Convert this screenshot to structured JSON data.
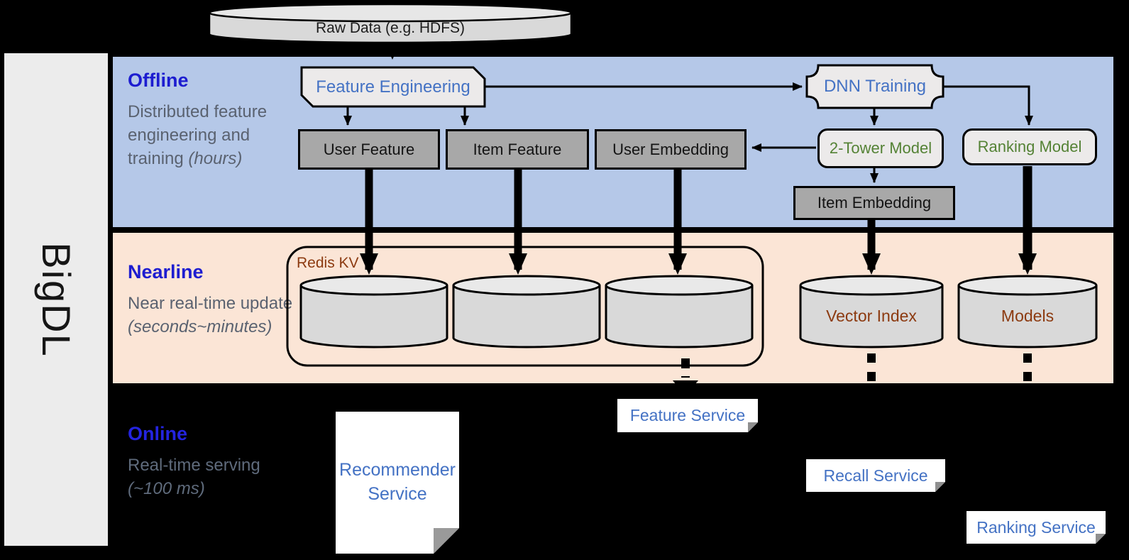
{
  "brand": {
    "name": "BigDL"
  },
  "sections": {
    "offline": {
      "title": "Offline",
      "description": "Distributed feature engineering and training",
      "time_note": "(hours)"
    },
    "nearline": {
      "title": "Nearline",
      "description": "Near real-time update",
      "time_note": "(seconds~minutes)"
    },
    "online": {
      "title": "Online",
      "description": "Real-time serving",
      "time_note": "(~100 ms)"
    }
  },
  "nodes": {
    "raw_data": {
      "label": "Raw Data (e.g. HDFS)"
    },
    "feature_engineering": {
      "label": "Feature Engineering"
    },
    "dnn_training": {
      "label": "DNN Training"
    },
    "user_feature": {
      "label": "User Feature"
    },
    "item_feature": {
      "label": "Item Feature"
    },
    "user_embedding": {
      "label": "User Embedding"
    },
    "two_tower_model": {
      "label": "2-Tower Model"
    },
    "ranking_model": {
      "label": "Ranking Model"
    },
    "item_embedding": {
      "label": "Item Embedding"
    },
    "redis_kv": {
      "label": "Redis KV"
    },
    "vector_index": {
      "label": "Vector Index"
    },
    "models": {
      "label": "Models"
    },
    "recommender_service": {
      "label": "Recommender Service"
    },
    "feature_service": {
      "label": "Feature Service"
    },
    "recall_service": {
      "label": "Recall Service"
    },
    "ranking_service": {
      "label": "Ranking Service"
    }
  },
  "colors": {
    "background": "#000000",
    "sidebar": "#ececec",
    "offline_band": "#b5c8e8",
    "nearline_band": "#fbe5d6",
    "gray_node_fill": "#a8a8a8",
    "light_node_fill": "#eceaea",
    "cylinder_fill": "#d9d9d9",
    "heading_blue": "#1d1dd0",
    "body_gray": "#5a6270",
    "node_blue_text": "#4472c4",
    "node_green_text": "#548235",
    "storage_brown_text": "#8c3a10",
    "service_white": "#ffffff"
  }
}
